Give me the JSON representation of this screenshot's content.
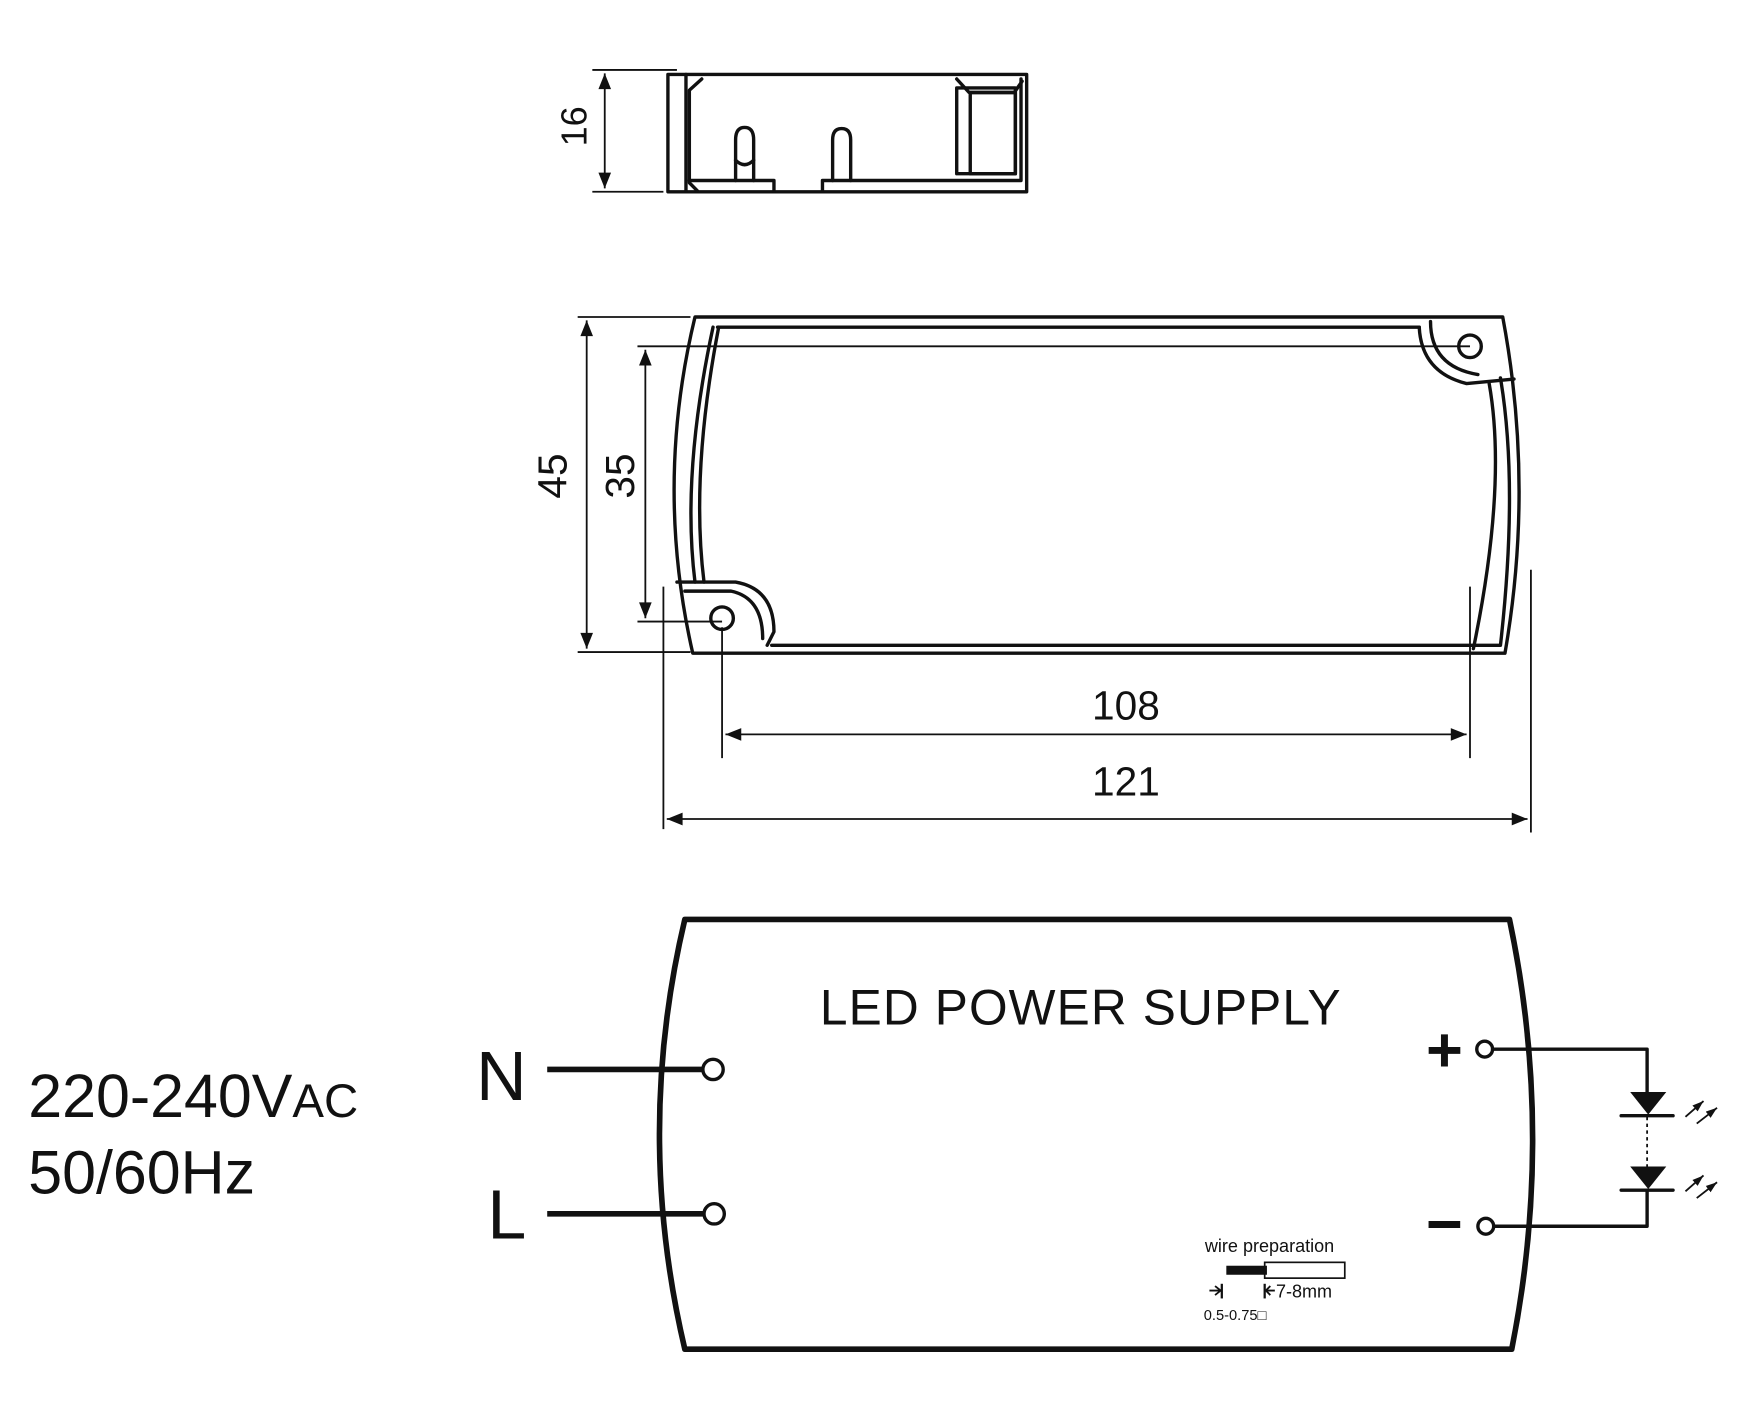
{
  "dimensions": {
    "height_side": "16",
    "width_outer": "45",
    "width_holes": "35",
    "length_holes": "108",
    "length_outer": "121"
  },
  "label": {
    "title": "LED POWER SUPPLY",
    "neutral": "N",
    "line": "L",
    "plus": "+",
    "minus": "−"
  },
  "input": {
    "voltage": "220-240V",
    "voltage_unit": "AC",
    "frequency": "50/60Hz"
  },
  "wire_prep": {
    "title": "wire preparation",
    "strip_length": "7-8mm",
    "cross_section": "0.5-0.75□"
  },
  "icons": [
    "led-diode-icon",
    "light-emission-arrows-icon",
    "dimension-arrow-icon"
  ]
}
